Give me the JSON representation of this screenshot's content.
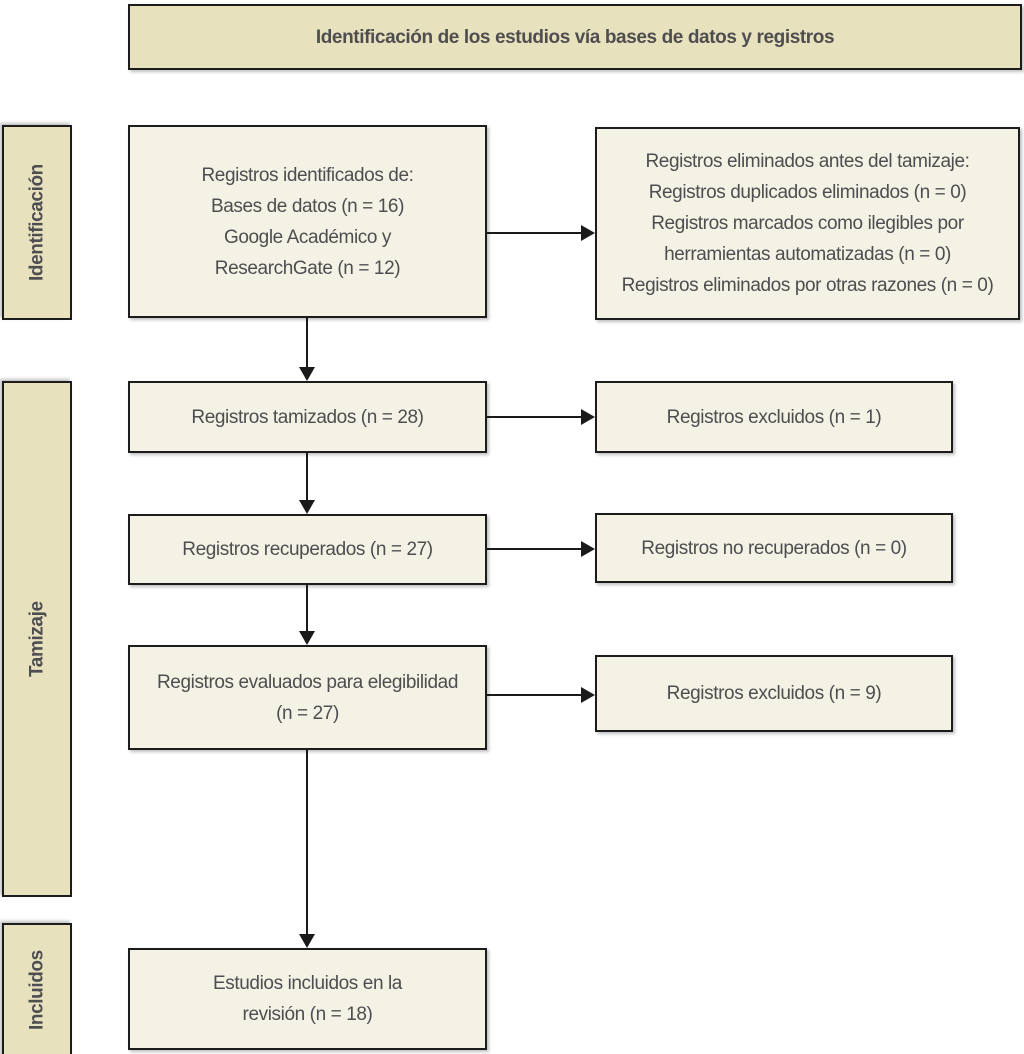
{
  "diagram": {
    "title": "Identificación de los estudios vía bases de datos y registros",
    "stages": [
      {
        "label": "Identificación"
      },
      {
        "label": "Tamizaje"
      },
      {
        "label": "Incluidos"
      }
    ],
    "boxes": {
      "identified": "Registros identificados de:\nBases de datos (n = 16)\nGoogle Académico y\nResearchGate (n = 12)",
      "removed_before_screening": "Registros eliminados antes del tamizaje:\nRegistros duplicados eliminados (n = 0)\nRegistros marcados como ilegibles por\nherramientas automatizadas (n = 0)\nRegistros eliminados por otras razones (n = 0)",
      "screened": "Registros tamizados (n = 28)",
      "excluded_screening": "Registros excluidos (n = 1)",
      "retrieved": "Registros recuperados (n = 27)",
      "not_retrieved": "Registros no recuperados (n = 0)",
      "assessed_eligibility": "Registros evaluados para elegibilidad\n(n = 27)",
      "excluded_eligibility": "Registros excluidos (n = 9)",
      "included": "Estudios incluidos en la\nrevisión (n = 18)"
    },
    "counts": {
      "databases": 16,
      "other_sources": 12,
      "screened": 28,
      "excluded_screening": 1,
      "retrieved": 27,
      "not_retrieved": 0,
      "assessed": 27,
      "excluded_eligibility": 9,
      "included": 18,
      "duplicates_removed": 0,
      "automation_ineligible": 0,
      "other_reasons_removed": 0
    },
    "colors": {
      "stage_fill": "#e8e1bd",
      "box_fill": "#f4f1e5",
      "border": "#1c1c1c",
      "text": "#4e4e50",
      "background": "#ffffff"
    }
  }
}
